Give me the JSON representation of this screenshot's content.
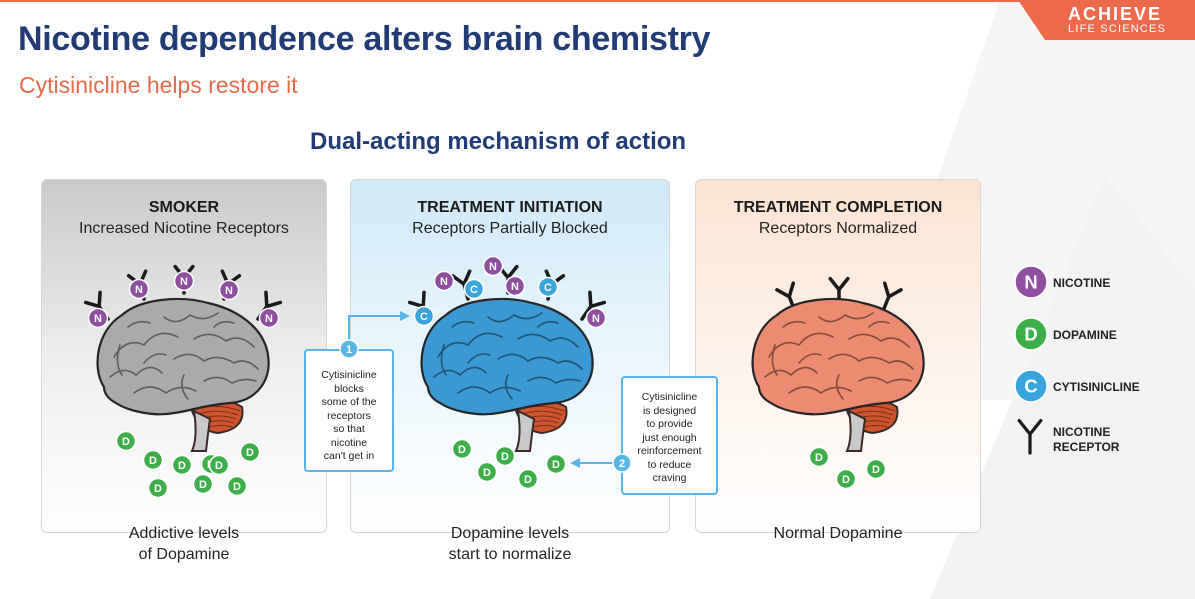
{
  "brand": {
    "name": "ACHIEVE",
    "tagline": "LIFE SCIENCES",
    "color": "#ee6a4c"
  },
  "title": "Nicotine dependence alters brain chemistry",
  "subtitle": "Cytisinicline helps restore it",
  "section_title": "Dual-acting mechanism of action",
  "panels": [
    {
      "heading": "SMOKER",
      "subheading": "Increased Nicotine Receptors",
      "caption_line1": "Addictive levels",
      "caption_line2": "of Dopamine",
      "brain_color": "#a9aaac"
    },
    {
      "heading": "TREATMENT INITIATION",
      "subheading": "Receptors Partially Blocked",
      "caption_line1": "Dopamine levels",
      "caption_line2": "start to normalize",
      "brain_color": "#3a98d3"
    },
    {
      "heading": "TREATMENT COMPLETION",
      "subheading": "Receptors Normalized",
      "caption_line1": "Normal Dopamine",
      "caption_line2": "",
      "brain_color": "#ec8a72"
    }
  ],
  "callouts": [
    {
      "number": "1",
      "lines": [
        "Cytisinicline",
        "blocks",
        "some of the",
        "receptors",
        "so that",
        "nicotine",
        "can't get in"
      ]
    },
    {
      "number": "2",
      "lines": [
        "Cytisinicline",
        "is designed",
        "to provide",
        "just enough",
        "reinforcement",
        "to reduce",
        "craving"
      ]
    }
  ],
  "legend": [
    {
      "letter": "N",
      "label_line1": "NICOTINE",
      "label_line2": "",
      "color": "#8f4ea0"
    },
    {
      "letter": "D",
      "label_line1": "DOPAMINE",
      "label_line2": "",
      "color": "#3eae49"
    },
    {
      "letter": "C",
      "label_line1": "CYTISINICLINE",
      "label_line2": "",
      "color": "#3aa4dc"
    },
    {
      "letter": "Y",
      "label_line1": "NICOTINE",
      "label_line2": "RECEPTOR",
      "color": "#1b1b1b"
    }
  ],
  "molecule_letters": {
    "nicotine": "N",
    "dopamine": "D",
    "cytisinicline": "C"
  },
  "colors": {
    "title": "#213b76",
    "subtitle": "#e8694a",
    "nicotine": "#8f4ea0",
    "dopamine": "#3eae49",
    "cytisinicline": "#3aa4dc",
    "cerebellum": "#d0542f"
  }
}
